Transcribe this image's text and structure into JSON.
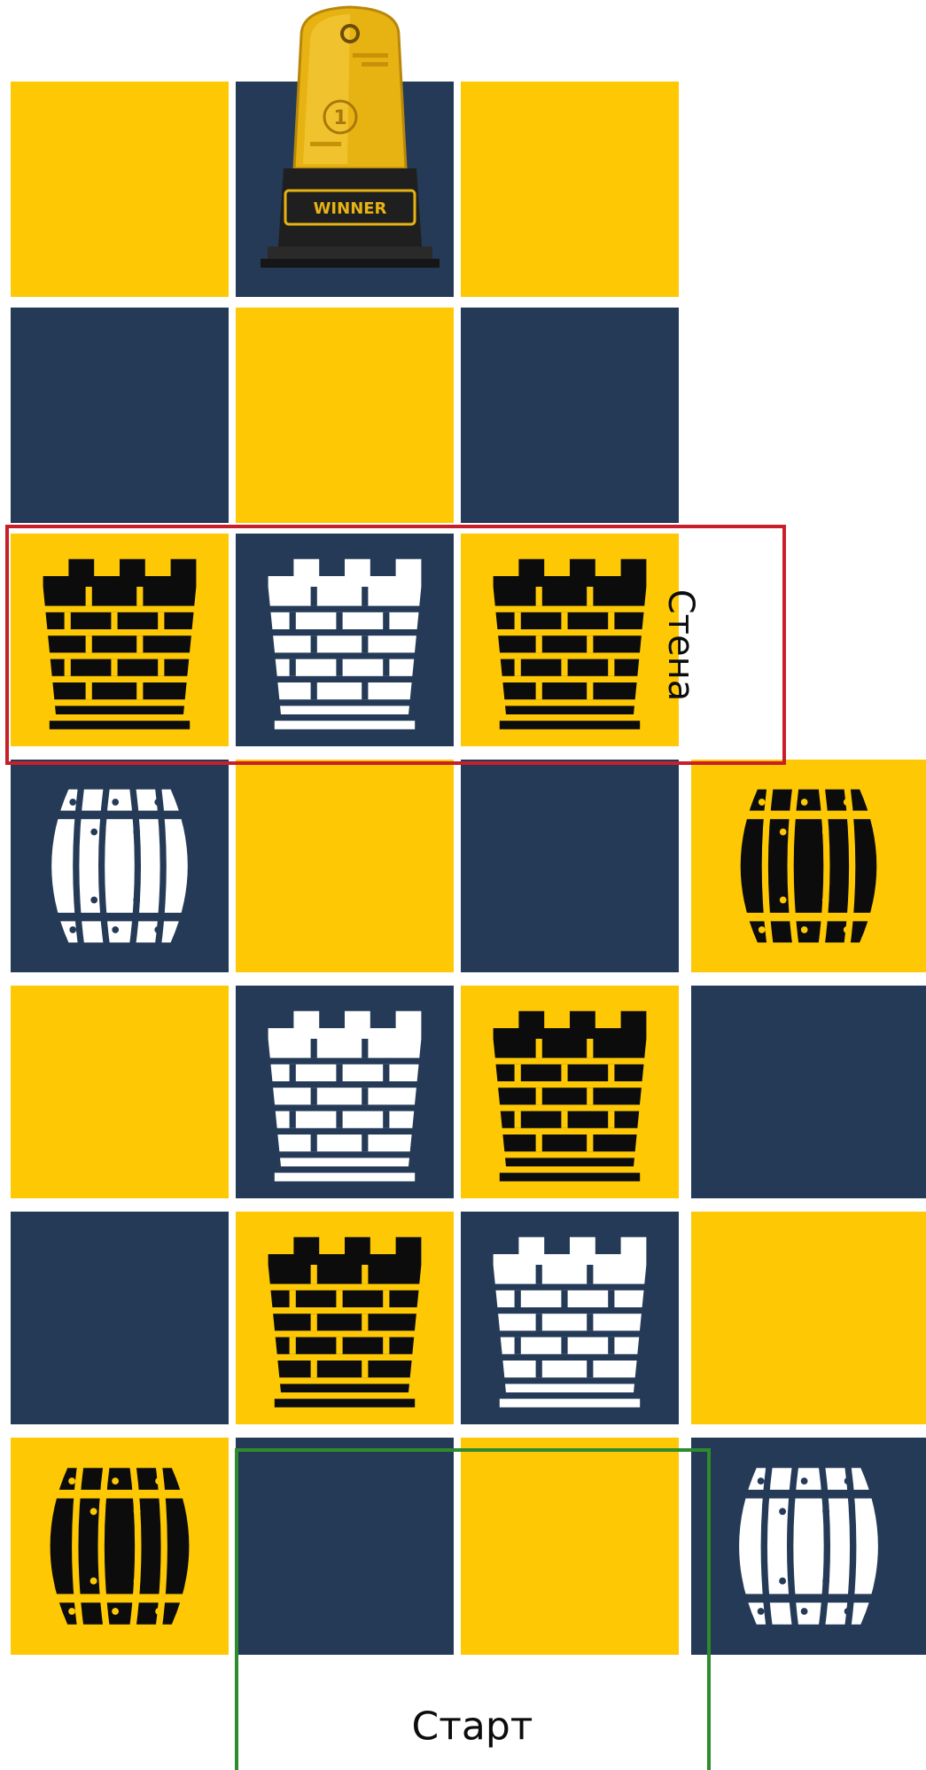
{
  "colors": {
    "yellow": "#fec805",
    "navy": "#243a57",
    "black": "#0c0c0c",
    "white": "#ffffff"
  },
  "labels": {
    "wall": "Стена",
    "start": "Старт"
  },
  "trophy": {
    "text": "WINNER",
    "rank": "1"
  },
  "rows": [
    {
      "cells": [
        {
          "color": "yellow",
          "icon": null
        },
        {
          "color": "navy",
          "icon": null
        },
        {
          "color": "yellow",
          "icon": null
        },
        null
      ]
    },
    {
      "cells": [
        {
          "color": "navy",
          "icon": null
        },
        {
          "color": "yellow",
          "icon": null
        },
        {
          "color": "navy",
          "icon": null
        },
        null
      ]
    },
    {
      "cells": [
        {
          "color": "yellow",
          "icon": "wall"
        },
        {
          "color": "navy",
          "icon": "wall"
        },
        {
          "color": "yellow",
          "icon": "wall"
        },
        null
      ]
    },
    {
      "cells": [
        {
          "color": "navy",
          "icon": "barrel"
        },
        {
          "color": "yellow",
          "icon": null
        },
        {
          "color": "navy",
          "icon": null
        },
        {
          "color": "yellow",
          "icon": "barrel"
        }
      ]
    },
    {
      "cells": [
        {
          "color": "yellow",
          "icon": null
        },
        {
          "color": "navy",
          "icon": "wall"
        },
        {
          "color": "yellow",
          "icon": "wall"
        },
        {
          "color": "navy",
          "icon": null
        }
      ]
    },
    {
      "cells": [
        {
          "color": "navy",
          "icon": null
        },
        {
          "color": "yellow",
          "icon": "wall"
        },
        {
          "color": "navy",
          "icon": "wall"
        },
        {
          "color": "yellow",
          "icon": null
        }
      ]
    },
    {
      "cells": [
        {
          "color": "yellow",
          "icon": "barrel"
        },
        {
          "color": "navy",
          "icon": null
        },
        {
          "color": "yellow",
          "icon": null
        },
        {
          "color": "navy",
          "icon": "barrel"
        }
      ]
    }
  ]
}
